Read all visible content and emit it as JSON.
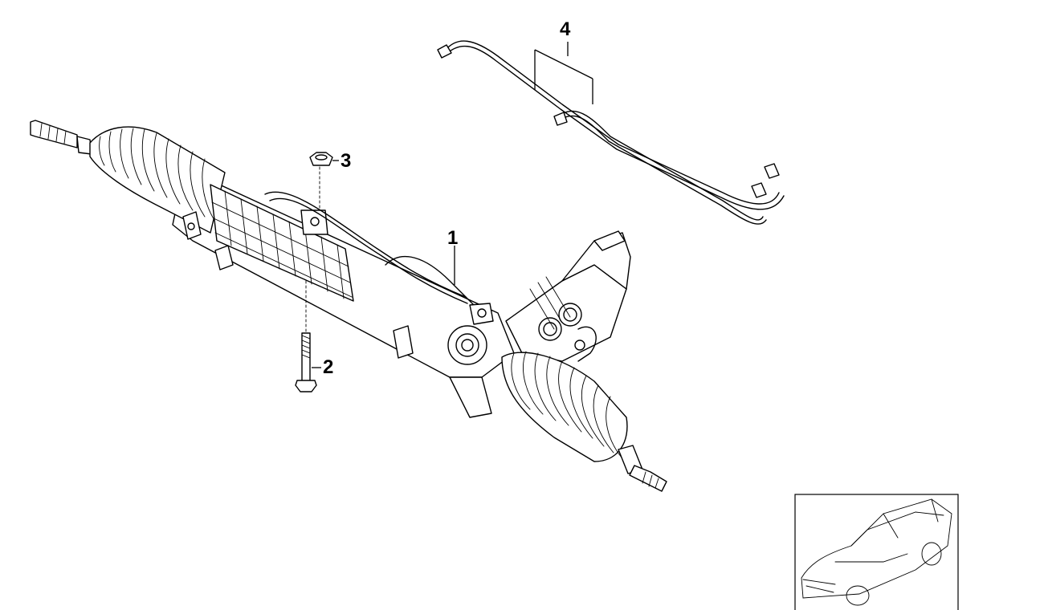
{
  "callouts": {
    "part1": "1",
    "part2": "2",
    "part3": "3",
    "part4": "4"
  },
  "icons": {
    "steering_rack": "steering-rack-drawing",
    "bolt": "bolt-drawing",
    "nut": "self-locking-nut-drawing",
    "lines": "pressure-return-lines-drawing",
    "vehicle": "vehicle-thumbnail-drawing"
  }
}
